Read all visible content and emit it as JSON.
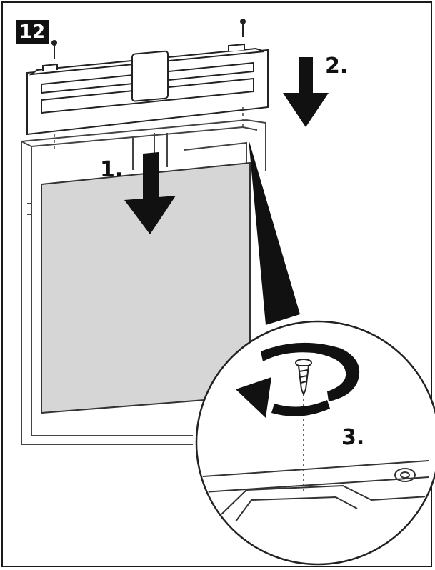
{
  "step": {
    "number": "12"
  },
  "labels": {
    "step1": "1.",
    "step2": "2.",
    "step3": "3."
  },
  "colors": {
    "ink": "#111111",
    "filter": "#d6d6d6",
    "line": "#444444"
  },
  "icons": [
    "screw-icon",
    "rotate-arrow-icon",
    "down-arrow-icon"
  ]
}
